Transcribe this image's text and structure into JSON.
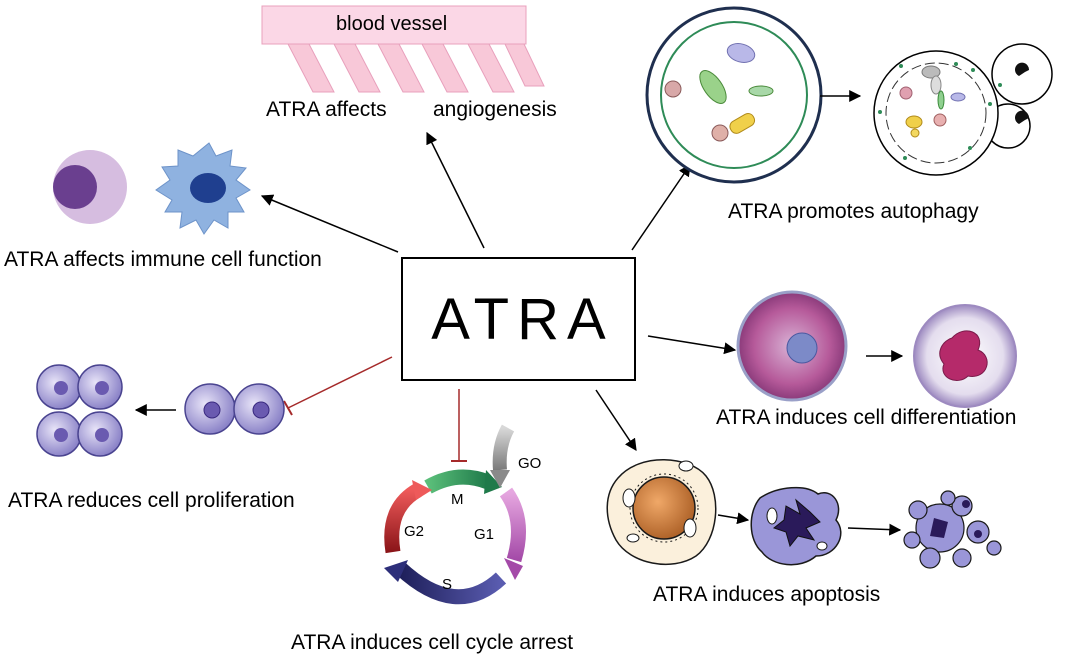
{
  "center": {
    "label": "ATRA"
  },
  "effects": {
    "angiogenesis": {
      "left": "ATRA affects",
      "right": "angiogenesis",
      "vessel": "blood vessel"
    },
    "immune": "ATRA affects immune cell function",
    "autophagy": "ATRA promotes autophagy",
    "differentiation": "ATRA induces cell differentiation",
    "proliferation": "ATRA reduces cell proliferation",
    "cell_cycle": "ATRA induces cell cycle arrest",
    "apoptosis": "ATRA induces apoptosis"
  },
  "cycle_phases": {
    "m": "M",
    "g1": "G1",
    "s": "S",
    "g2": "G2",
    "g0": "GO"
  },
  "colors": {
    "activation_arrow": "#000000",
    "inhibition": "#a52a2a",
    "cell_purple": "#9b8fd0",
    "autophagy_ring": "#2e8b57",
    "phase_m": "#1f7a4a",
    "phase_g1": "#c070c0",
    "phase_s": "#2d2f7a",
    "phase_g2": "#c0272d",
    "phase_g0": "#9a9a9a"
  }
}
